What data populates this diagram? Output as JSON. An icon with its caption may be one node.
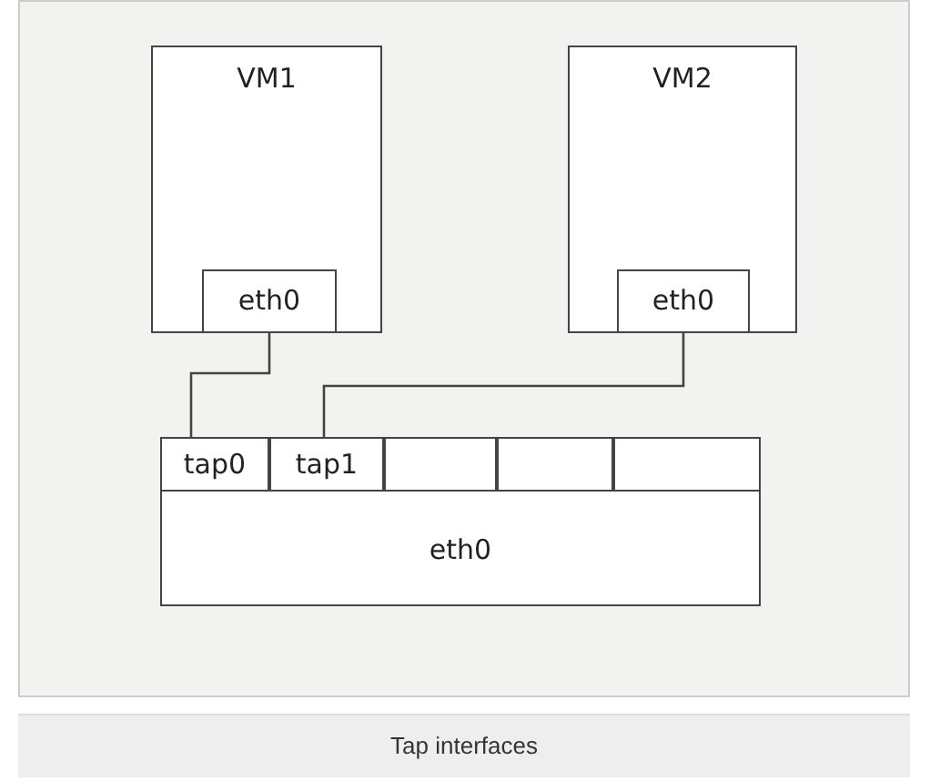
{
  "diagram": {
    "caption": "Tap interfaces",
    "nodes": [
      {
        "text": [
          "VM1"
        ]
      },
      {
        "text": [
          "eth0"
        ],
        "in": 0
      },
      {
        "text": [
          "VM2"
        ]
      },
      {
        "text": [
          "eth0"
        ],
        "in": 2
      },
      {
        "text": [
          "eth0"
        ]
      },
      {
        "text": [
          "tap0"
        ],
        "in": 4
      },
      {
        "text": [
          "tap1"
        ],
        "in": 4
      },
      {
        "text": [],
        "shape": "box",
        "in": 4
      },
      {
        "text": [],
        "shape": "box",
        "in": 4
      },
      {
        "text": [],
        "shape": "box",
        "in": 4
      }
    ],
    "edges": [
      {
        "from": 1,
        "to": 5,
        "arrow": "none"
      },
      {
        "from": 3,
        "to": 6,
        "arrow": "none"
      }
    ]
  }
}
